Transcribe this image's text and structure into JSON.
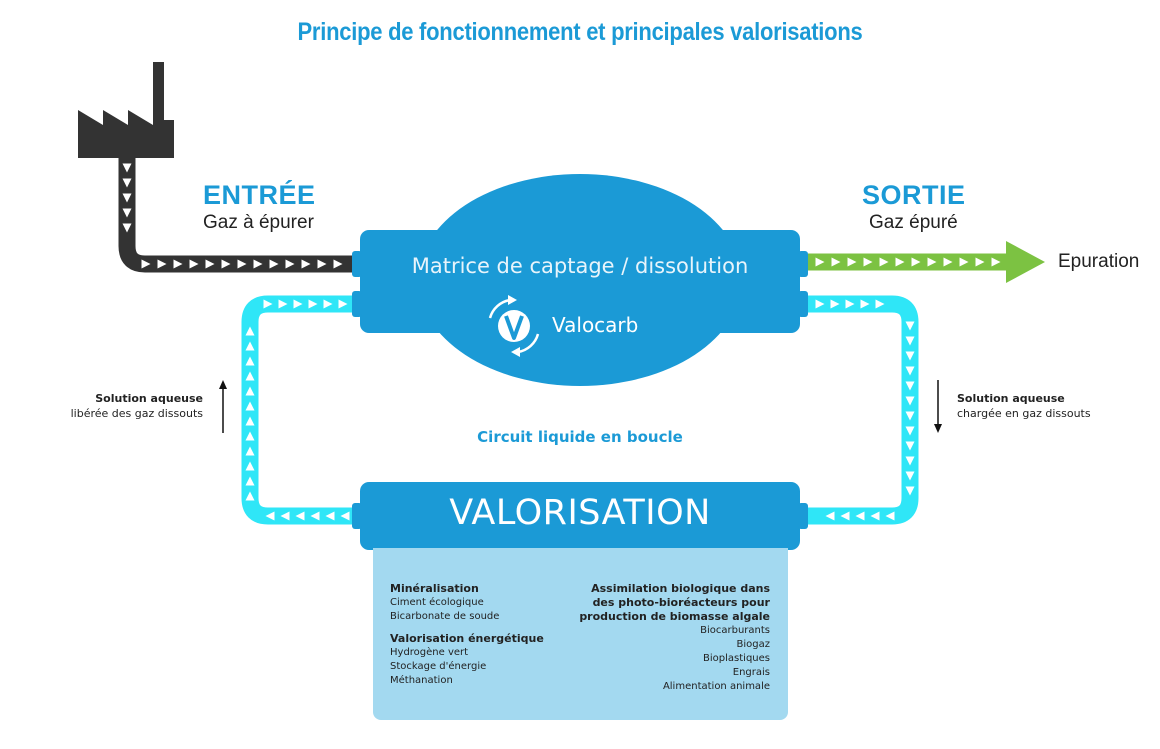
{
  "title": "Principe de fonctionnement et principales valorisations",
  "entree": {
    "label": "ENTRÉE",
    "sub": "Gaz à épurer"
  },
  "sortie": {
    "label": "SORTIE",
    "sub": "Gaz épuré"
  },
  "epuration": "Epuration",
  "matrice": "Matrice de captage / dissolution",
  "brand": "Valocarb",
  "valorisation": "VALORISATION",
  "circuit": "Circuit liquide en boucle",
  "left_note": {
    "title": "Solution aqueuse",
    "text": "libérée des gaz dissouts"
  },
  "right_note": {
    "title": "Solution aqueuse",
    "text": "chargée en gaz dissouts"
  },
  "panel": {
    "mineralisation": {
      "title": "Minéralisation",
      "items": [
        "Ciment écologique",
        "Bicarbonate de soude"
      ]
    },
    "energetique": {
      "title": "Valorisation énergétique",
      "items": [
        "Hydrogène vert",
        "Stockage d'énergie",
        "Méthanation"
      ]
    },
    "biologique": {
      "title_lines": [
        "Assimilation biologique dans",
        "des photo-bioréacteurs pour",
        "production de biomasse algale"
      ],
      "items": [
        "Biocarburants",
        "Biogaz",
        "Bioplastiques",
        "Engrais",
        "Alimentation animale"
      ]
    }
  },
  "colors": {
    "blue": "#1b9ad6",
    "cyan": "#2fe6f7",
    "green": "#7cc242",
    "dark": "#333333",
    "panel": "#a3d9f0"
  }
}
